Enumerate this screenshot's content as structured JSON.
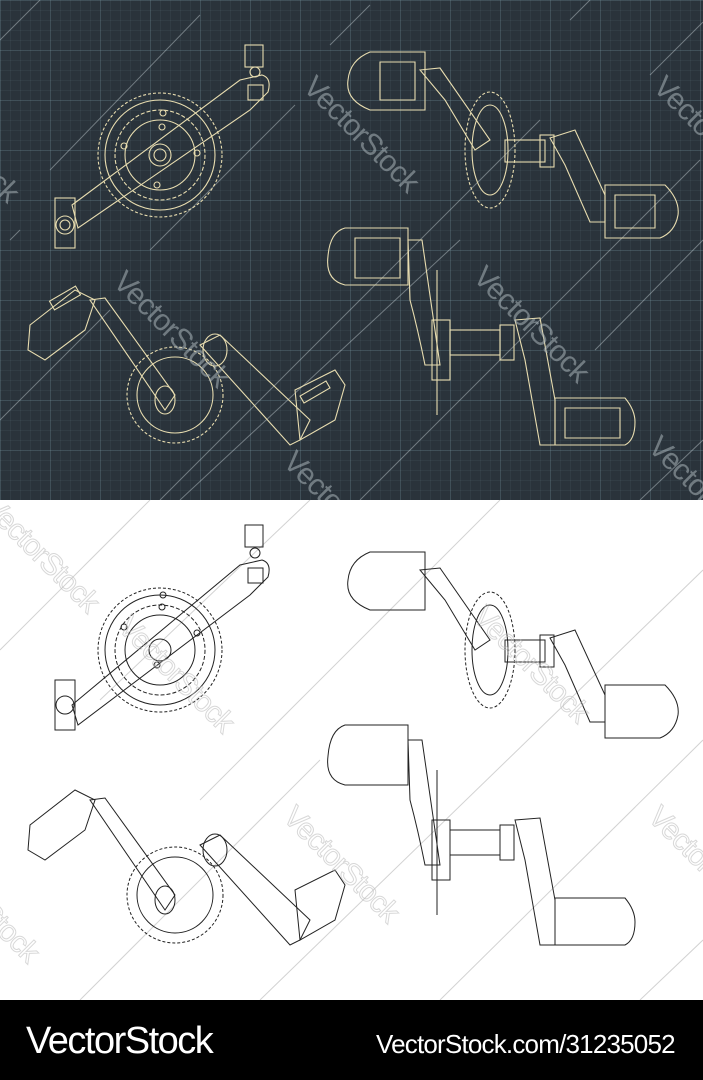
{
  "image": {
    "subject": "Bicycle crankset blueprint drawings",
    "panels": [
      {
        "id": "dark",
        "theme": "blueprint",
        "background": "#2a333b",
        "line_color": "#e8ddb0"
      },
      {
        "id": "light",
        "theme": "line-art",
        "background": "#ffffff",
        "line_color": "#222222"
      }
    ],
    "drawings": [
      "crankset-front-view-with-triple-chainring",
      "crankset-side-view-with-pedals",
      "crankset-isometric-view",
      "crankset-top-view-with-axle"
    ]
  },
  "watermark": {
    "text": "VectorStock"
  },
  "footer": {
    "brand": "VectorStock",
    "url": "VectorStock.com/31235052"
  }
}
